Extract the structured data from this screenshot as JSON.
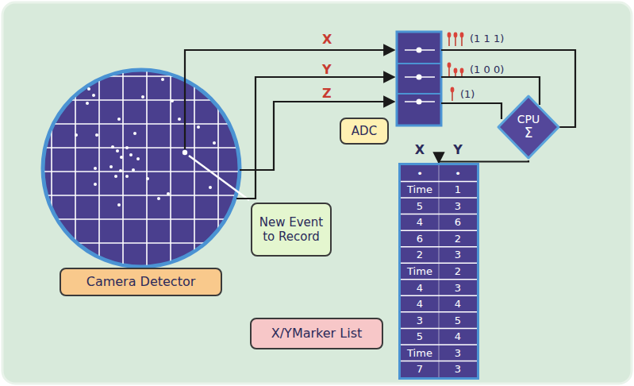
{
  "diagram": {
    "nodes": [
      {
        "text": [
          "ADC"
        ]
      },
      {
        "text": [
          "CPU",
          "Σ"
        ]
      },
      {
        "text": [
          "X",
          "Y",
          "•",
          "•",
          "Time",
          "1",
          "5",
          "3",
          "4",
          "6",
          "6",
          "2",
          "2",
          "3",
          "Time",
          "2",
          "4",
          "3",
          "4",
          "4",
          "3",
          "5",
          "5",
          "4",
          "Time",
          "3",
          "7",
          "3"
        ]
      },
      {
        "text": [
          "New Event to Record"
        ]
      },
      {
        "text": [
          "Camera Detector"
        ]
      },
      {
        "text": [
          "X/YMarker List"
        ]
      }
    ],
    "edges": [
      {
        "from": 1,
        "to": 2,
        "arrow": "to"
      }
    ],
    "labels": [
      "X",
      "Y",
      "Z",
      "(1 1 1)",
      "(1 0 0)",
      "(1)"
    ]
  }
}
